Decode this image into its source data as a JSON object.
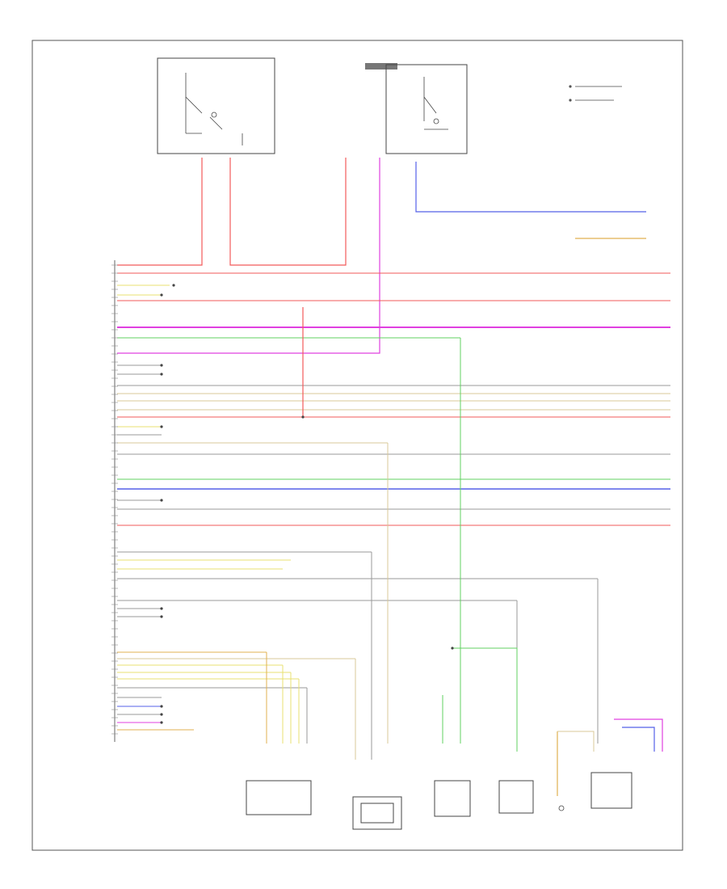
{
  "diagram": {
    "title": "",
    "figure_id": "",
    "legend": {
      "items": [
        "",
        ""
      ]
    },
    "top_components": [
      {
        "id": "relay-1",
        "label": ""
      },
      {
        "id": "fuse-block",
        "label": ""
      },
      {
        "id": "relay-2",
        "label": ""
      }
    ],
    "ecu": {
      "label": ""
    },
    "right_connector": {
      "label": ""
    },
    "bottom_components": [
      {
        "id": "comp-a",
        "label": ""
      },
      {
        "id": "comp-b",
        "label": ""
      },
      {
        "id": "comp-c",
        "label": ""
      },
      {
        "id": "comp-d",
        "label": ""
      },
      {
        "id": "comp-e",
        "label": ""
      },
      {
        "id": "comp-f",
        "label": ""
      },
      {
        "id": "comp-g",
        "label": ""
      }
    ],
    "colors": {
      "red": "#f25a5a",
      "pink": "#f4a0b0",
      "magenta": "#e040e0",
      "green": "#60d060",
      "blue": "#5560e8",
      "yellow": "#e8e070",
      "orange": "#e0b050",
      "gray": "#9a9a9a",
      "tan": "#d8c898"
    }
  }
}
